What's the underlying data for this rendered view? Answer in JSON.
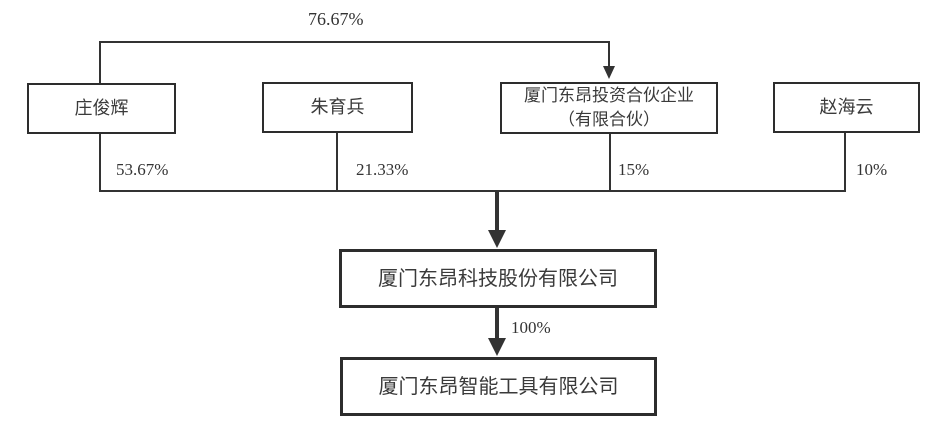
{
  "diagram": {
    "type": "equity-structure",
    "cross_holding": {
      "from": "庄俊辉",
      "to": "厦门东昂投资合伙企业（有限合伙）",
      "percent": "76.67%"
    },
    "nodes": {
      "shareholder1": {
        "label": "庄俊辉",
        "ownership": "53.67%"
      },
      "shareholder2": {
        "label": "朱育兵",
        "ownership": "21.33%"
      },
      "partnership": {
        "line1": "厦门东昂投资合伙企业",
        "line2": "（有限合伙）",
        "ownership": "15%"
      },
      "shareholder4": {
        "label": "赵海云",
        "ownership": "10%"
      },
      "parent_company": {
        "label": "厦门东昂科技股份有限公司"
      },
      "subsidiary": {
        "label": "厦门东昂智能工具有限公司",
        "ownership": "100%"
      }
    },
    "colors": {
      "line": "#333333",
      "box_border": "#2d2d2d",
      "text": "#333333",
      "background": "#ffffff"
    }
  }
}
